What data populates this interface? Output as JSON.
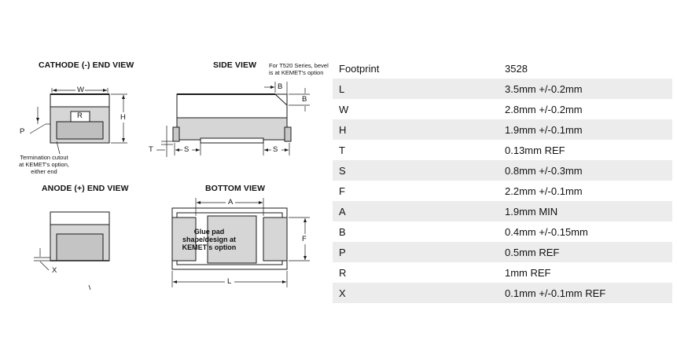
{
  "views": {
    "cathode": "CATHODE (-) END VIEW",
    "side": "SIDE VIEW",
    "anode": "ANODE (+) END VIEW",
    "bottom": "BOTTOM VIEW"
  },
  "labels": {
    "W": "W",
    "R": "R",
    "H": "H",
    "P": "P",
    "B": "B",
    "T": "T",
    "S": "S",
    "A": "A",
    "F": "F",
    "L": "L",
    "X": "X"
  },
  "notes": {
    "t520": [
      "For T520 Series, bevel",
      "is at KEMET's option"
    ],
    "termination": [
      "Termination cutout",
      "at KEMET's option,",
      "either end"
    ],
    "glue": [
      "Glue pad",
      "shape/design at",
      "KEMET's option"
    ]
  },
  "spec_table": [
    [
      "Footprint",
      "3528"
    ],
    [
      "L",
      "3.5mm +/-0.2mm"
    ],
    [
      "W",
      "2.8mm +/-0.2mm"
    ],
    [
      "H",
      "1.9mm +/-0.1mm"
    ],
    [
      "T",
      "0.13mm REF"
    ],
    [
      "S",
      "0.8mm +/-0.3mm"
    ],
    [
      "F",
      "2.2mm +/-0.1mm"
    ],
    [
      "A",
      "1.9mm MIN"
    ],
    [
      "B",
      "0.4mm +/-0.15mm"
    ],
    [
      "P",
      "0.5mm REF"
    ],
    [
      "R",
      "1mm REF"
    ],
    [
      "X",
      "0.1mm +/-0.1mm REF"
    ]
  ]
}
